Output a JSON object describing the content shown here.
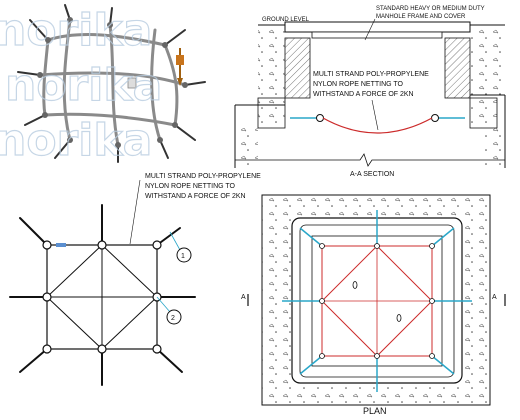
{
  "watermark": {
    "lines": [
      "norika",
      "norika",
      "norika"
    ]
  },
  "section": {
    "ground_label": "GROUND LEVEL",
    "frame_label_line1": "STANDARD HEAVY OR MEDIUM DUTY",
    "frame_label_line2": "MANHOLE FRAME AND COVER",
    "net_label_line1": "MULTI STRAND POLY-PROPYLENE",
    "net_label_line2": "NYLON ROPE NETTING TO",
    "net_label_line3": "WITHSTAND A FORCE OF 2KN",
    "title": "A-A SECTION"
  },
  "net_diagram": {
    "label_line1": "MULTI STRAND POLY-PROPYLENE",
    "label_line2": "NYLON ROPE NETTING TO",
    "label_line3": "WITHSTAND A FORCE OF 2KN",
    "callout_1": "1",
    "callout_2": "2"
  },
  "plan": {
    "section_mark_left": "A",
    "section_mark_right": "A",
    "title": "PLAN"
  },
  "colors": {
    "rope": "#cc2b2b",
    "anchor": "#2aa7c9",
    "line": "#111111",
    "watermark": "#b9cde0"
  }
}
